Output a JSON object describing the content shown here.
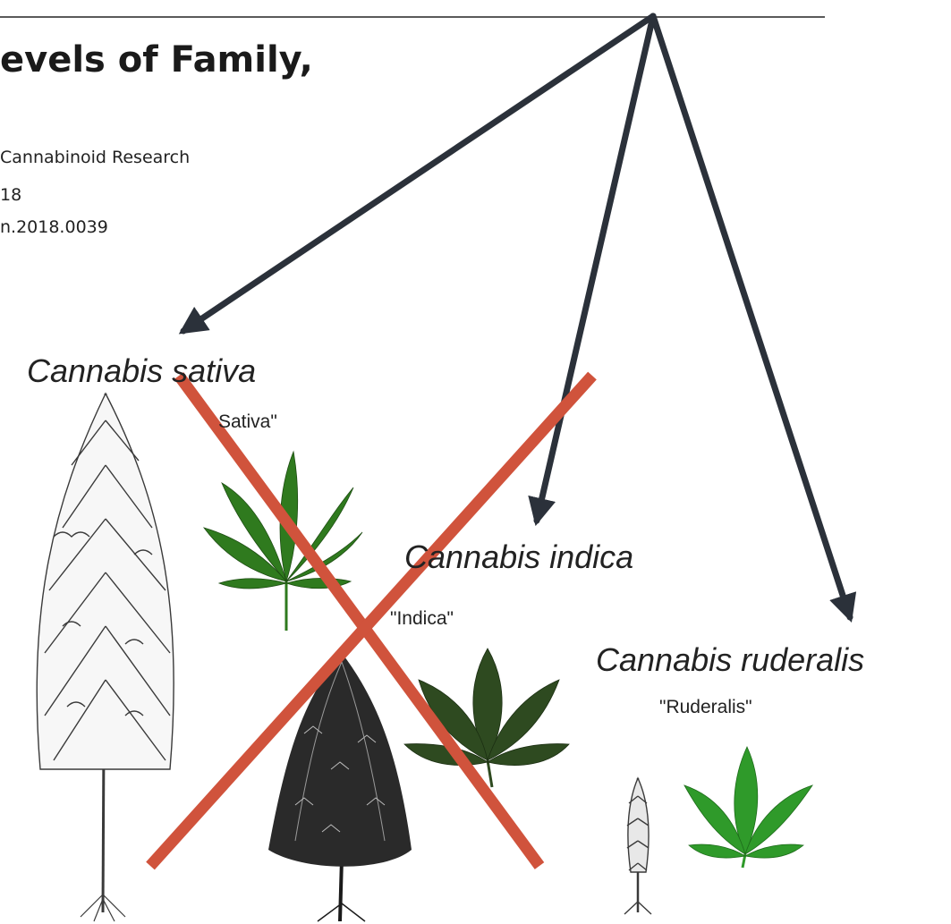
{
  "paper": {
    "title_fragment": "evels of Family,",
    "citation_lines": [
      "Cannabinoid Research",
      "18",
      "n.2018.0039"
    ]
  },
  "species": [
    {
      "name": "Cannabis sativa",
      "common": "Sativa\"",
      "leaf_color": "#2f7a1e",
      "struck_out": true
    },
    {
      "name": "Cannabis indica",
      "common": "\"Indica\"",
      "leaf_color": "#2e4a20",
      "struck_out": true
    },
    {
      "name": "Cannabis ruderalis",
      "common": "\"Ruderalis\"",
      "leaf_color": "#2f9a2a",
      "struck_out": false
    }
  ],
  "colors": {
    "arrow": "#2b313a",
    "strike": "#d0533c",
    "rule": "#5a5a5a"
  },
  "icons": [
    "sativa-tree-icon",
    "sativa-leaf-icon",
    "indica-tree-icon",
    "indica-leaf-icon",
    "ruderalis-plant-icon",
    "ruderalis-leaf-icon"
  ]
}
